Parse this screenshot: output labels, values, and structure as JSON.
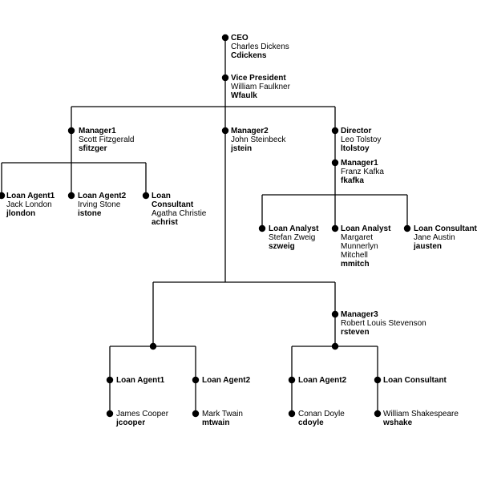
{
  "nodes": [
    {
      "id": "ceo",
      "role": "CEO",
      "person": "Charles Dickens",
      "userid": "Cdickens"
    },
    {
      "id": "vp",
      "role": "Vice President",
      "person": "William Faulkner",
      "userid": "Wfaulk"
    },
    {
      "id": "manager1",
      "role": "Manager1",
      "person": "Scott Fitzgerald",
      "userid": "sfitzger"
    },
    {
      "id": "manager2",
      "role": "Manager2",
      "person": "John Steinbeck",
      "userid": "jstein"
    },
    {
      "id": "director",
      "role": "Director",
      "person": "Leo Tolstoy",
      "userid": "ltolstoy"
    },
    {
      "id": "manager1b",
      "role": "Manager1",
      "person": "Franz Kafka",
      "userid": "fkafka"
    },
    {
      "id": "loan-agent1-a",
      "role": "Loan Agent1",
      "person": "Jack London",
      "userid": "jlondon"
    },
    {
      "id": "loan-agent2-a",
      "role": "Loan Agent2",
      "person": "Irving Stone",
      "userid": "istone"
    },
    {
      "id": "loan-consultant-a",
      "role": "Loan Consultant",
      "person": "Agatha Christie",
      "userid": "achrist"
    },
    {
      "id": "loan-analyst-a",
      "role": "Loan Analyst",
      "person": "Stefan Zweig",
      "userid": "szweig"
    },
    {
      "id": "loan-analyst-b",
      "role": "Loan Analyst",
      "person": "Margaret Munnerlyn Mitchell",
      "userid": "mmitch"
    },
    {
      "id": "loan-consultant-b",
      "role": "Loan Consultant",
      "person": "Jane Austin",
      "userid": "jausten"
    },
    {
      "id": "manager3",
      "role": "Manager3",
      "person": "Robert Louis Stevenson",
      "userid": "rsteven"
    },
    {
      "id": "loan-agent1-b",
      "role": "Loan Agent1",
      "person": "James Cooper",
      "userid": "jcooper"
    },
    {
      "id": "loan-agent2-b",
      "role": "Loan Agent2",
      "person": "Mark Twain",
      "userid": "mtwain"
    },
    {
      "id": "loan-agent2-c",
      "role": "Loan Agent2",
      "person": "Conan Doyle",
      "userid": "cdoyle"
    },
    {
      "id": "loan-consultant-c",
      "role": "Loan Consultant",
      "person": "William Shakespeare",
      "userid": "wshake"
    }
  ],
  "edges": [
    [
      "ceo",
      "vp"
    ],
    [
      "vp",
      "manager1"
    ],
    [
      "vp",
      "manager2"
    ],
    [
      "vp",
      "director"
    ],
    [
      "director",
      "manager1b"
    ],
    [
      "manager1",
      "loan-agent1-a"
    ],
    [
      "manager1",
      "loan-agent2-a"
    ],
    [
      "manager1",
      "loan-consultant-a"
    ],
    [
      "manager1b",
      "loan-analyst-a"
    ],
    [
      "manager1b",
      "loan-analyst-b"
    ],
    [
      "manager1b",
      "loan-consultant-b"
    ],
    [
      "manager2",
      "manager3"
    ],
    [
      "manager2",
      "loan-agent1-b"
    ],
    [
      "manager2",
      "loan-agent2-b"
    ],
    [
      "manager3",
      "loan-agent2-c"
    ],
    [
      "manager3",
      "loan-consultant-c"
    ]
  ]
}
